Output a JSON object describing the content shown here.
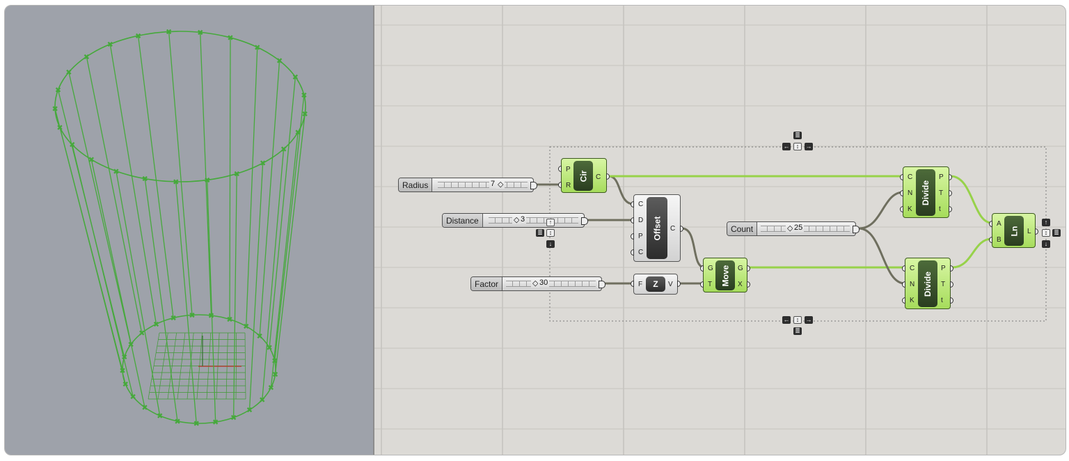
{
  "viewport": {
    "name": "rhino-viewport"
  },
  "canvas": {
    "sliders": {
      "radius": {
        "label": "Radius",
        "value": "7"
      },
      "distance": {
        "label": "Distance",
        "value": "3"
      },
      "factor": {
        "label": "Factor",
        "value": "30"
      },
      "count": {
        "label": "Count",
        "value": "25"
      }
    },
    "components": {
      "circle": {
        "title": "Cir",
        "inputs": [
          "P",
          "R"
        ],
        "outputs": [
          "C"
        ]
      },
      "offset": {
        "title": "Offset",
        "inputs": [
          "C",
          "D",
          "P",
          "C"
        ],
        "outputs": [
          "C"
        ]
      },
      "unitz": {
        "title": "Z",
        "inputs": [
          "F"
        ],
        "outputs": [
          "V"
        ]
      },
      "move": {
        "title": "Move",
        "inputs": [
          "G",
          "T"
        ],
        "outputs": [
          "G",
          "X"
        ]
      },
      "divide_top": {
        "title": "Divide",
        "inputs": [
          "C",
          "N",
          "K"
        ],
        "outputs": [
          "P",
          "T",
          "t"
        ]
      },
      "divide_bottom": {
        "title": "Divide",
        "inputs": [
          "C",
          "N",
          "K"
        ],
        "outputs": [
          "P",
          "T",
          "t"
        ]
      },
      "line": {
        "title": "Ln",
        "inputs": [
          "A",
          "B"
        ],
        "outputs": [
          "L"
        ]
      }
    },
    "colors": {
      "wire_active": "#97d24a",
      "wire_default": "#6f6f5f",
      "geometry": "#46a93c"
    }
  }
}
